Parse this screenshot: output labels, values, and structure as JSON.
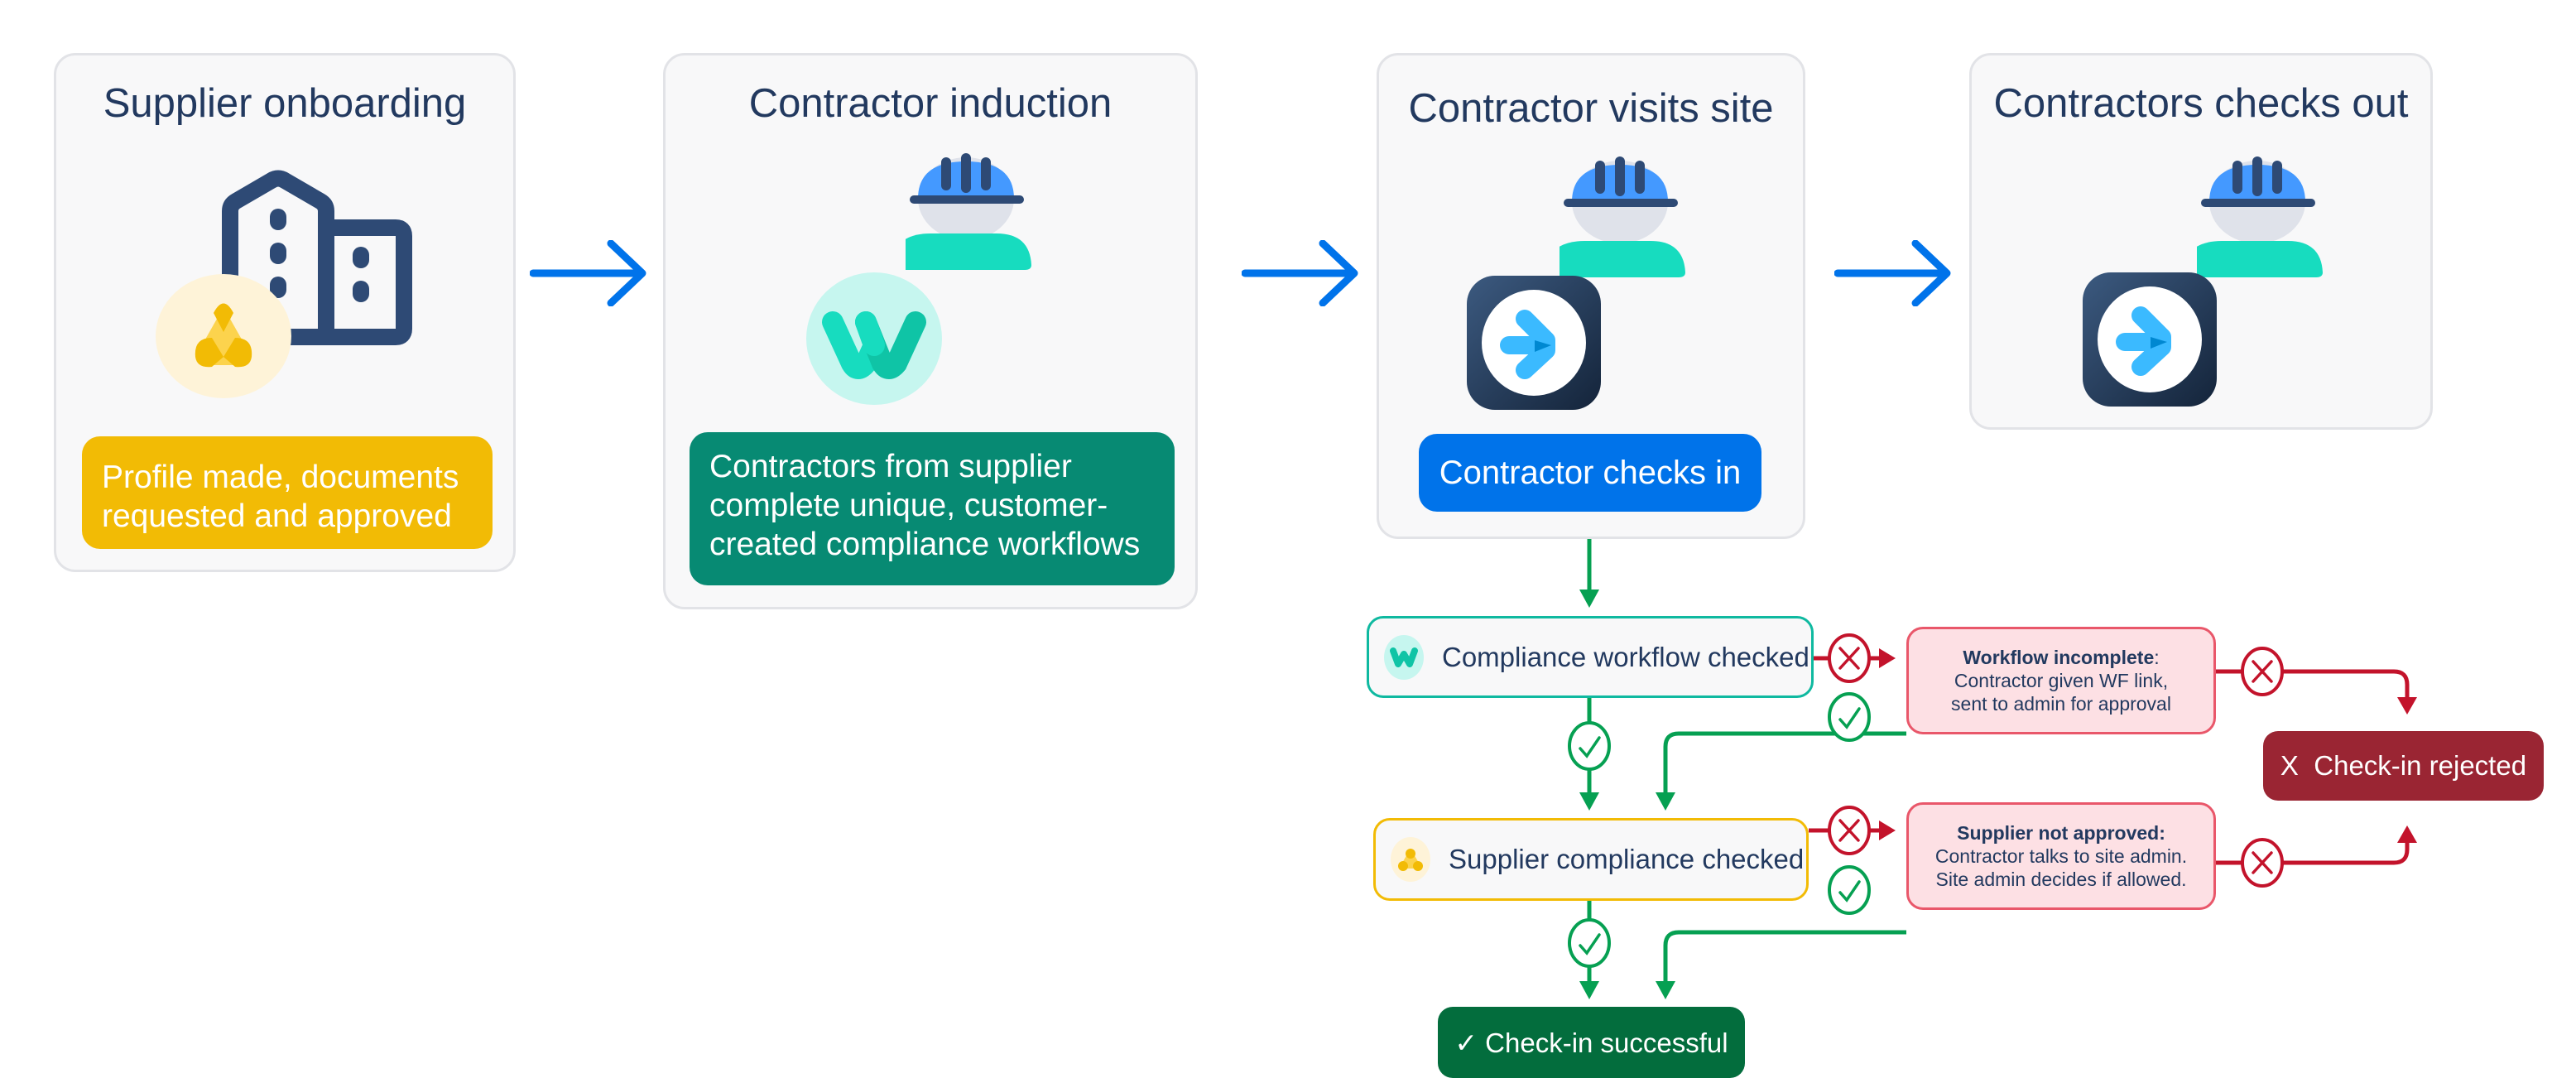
{
  "stages": [
    {
      "title": "Supplier onboarding",
      "caption": "Profile made, documents requested and approved",
      "caption_color": "#f2bb05",
      "icon": "building-icon",
      "badge": "supplier-logo-icon"
    },
    {
      "title": "Contractor induction",
      "caption": "Contractors from supplier complete unique, customer-created compliance workflows",
      "caption_color": "#078a73",
      "icon": "worker-icon",
      "badge": "workflow-logo-icon"
    },
    {
      "title": "Contractor visits site",
      "caption": "Contractor checks in",
      "caption_color": "#0073ea",
      "icon": "worker-icon",
      "badge": "checkin-app-icon"
    },
    {
      "title": "Contractors checks out",
      "icon": "worker-icon",
      "badge": "checkin-app-icon"
    }
  ],
  "stage_arrows": [
    "arrow-right-icon",
    "arrow-right-icon",
    "arrow-right-icon"
  ],
  "flow": {
    "checks": [
      {
        "label": "Compliance workflow checked",
        "border_color": "#0fb9a0",
        "icon": "workflow-logo-icon"
      },
      {
        "label": "Supplier compliance checked",
        "border_color": "#f2bb05",
        "icon": "supplier-logo-icon"
      }
    ],
    "failures": [
      {
        "title": "Workflow incomplete",
        "title_suffix": ":",
        "line1": "Contractor given WF link,",
        "line2": "sent to admin for approval"
      },
      {
        "title": "Supplier not approved:",
        "title_suffix": "",
        "line1": "Contractor talks to site admin.",
        "line2": "Site admin decides if allowed."
      }
    ],
    "success": {
      "label": "✓ Check-in successful",
      "color": "#036d3d"
    },
    "rejected": {
      "label": "X  Check-in rejected",
      "color": "#9a2533"
    },
    "colors": {
      "pass": "#06a052",
      "fail": "#c3132b",
      "arrow": "#0073ea"
    }
  }
}
